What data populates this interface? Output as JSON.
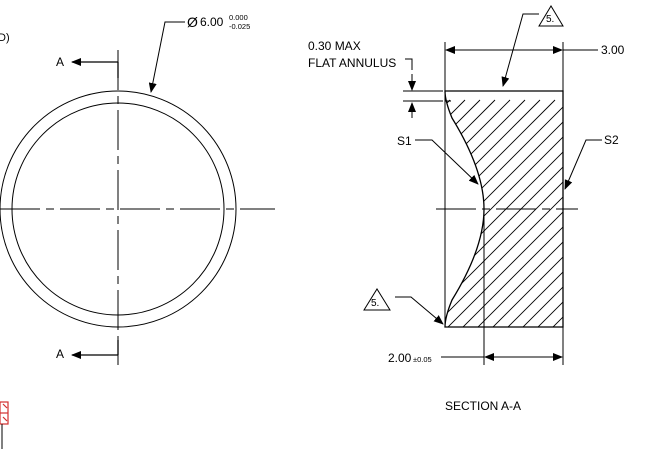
{
  "front_view": {
    "diameter": {
      "symbol": "Ø",
      "value": "6.00",
      "tol_upper": "0.000",
      "tol_lower": "-0.025"
    },
    "section_arrow_top": "A",
    "section_arrow_bottom": "A",
    "clipped_edge_text": "D)"
  },
  "section_view": {
    "flat_annulus_line1": "0.30 MAX",
    "flat_annulus_line2": "FLAT ANNULUS",
    "thickness": "3.00",
    "surface_1": "S1",
    "surface_2": "S2",
    "note_flag_top": "5.",
    "note_flag_left": "5.",
    "center_thickness": "2.00",
    "center_thickness_tol": "±0.05",
    "caption": "SECTION A-A"
  },
  "colors": {
    "line": "#000000",
    "background": "#ffffff",
    "stamp_red": "#d32f2f"
  }
}
